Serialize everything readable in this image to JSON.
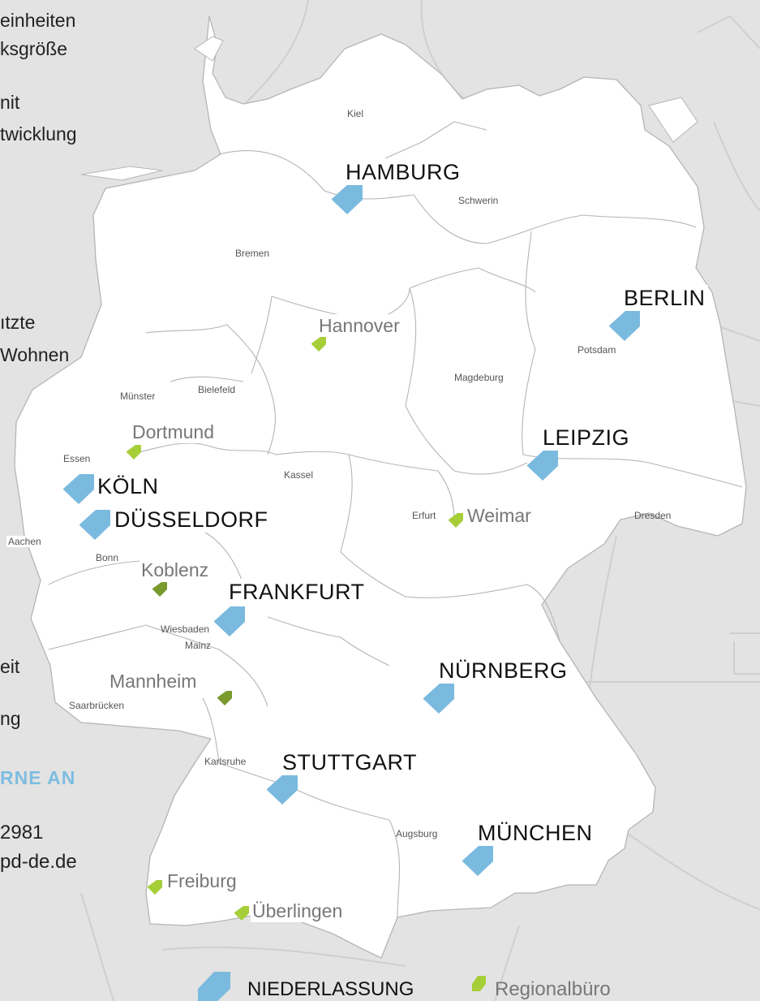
{
  "left_panel": {
    "lines": [
      "einheiten",
      "ksgröße",
      "nit",
      "twicklung",
      "ıtzte",
      "Wohnen",
      "eit",
      "ng",
      "RNE AN",
      "2981",
      "pd-de.de"
    ]
  },
  "offices": [
    "HAMBURG",
    "BERLIN",
    "LEIPZIG",
    "KÖLN",
    "DÜSSELDORF",
    "FRANKFURT",
    "NÜRNBERG",
    "STUTTGART",
    "MÜNCHEN"
  ],
  "regional_offices": [
    "Hannover",
    "Dortmund",
    "Weimar",
    "Koblenz",
    "Mannheim",
    "Freiburg",
    "Überlingen"
  ],
  "cities": [
    "Kiel",
    "Schwerin",
    "Bremen",
    "Potsdam",
    "Magdeburg",
    "Münster",
    "Bielefeld",
    "Essen",
    "Kassel",
    "Erfurt",
    "Dresden",
    "Aachen",
    "Bonn",
    "Wiesbaden",
    "Mainz",
    "Saarbrücken",
    "Karlsruhe",
    "Augsburg"
  ],
  "legend": {
    "office_label": "NIEDERLASSUNG",
    "regional_label": "Regionalbüro"
  },
  "colors": {
    "office_marker": "#7bbadf",
    "regional_marker": "#a6ce39",
    "regional_marker_dark": "#7a9a2e",
    "accent_text": "#7dbde0"
  }
}
